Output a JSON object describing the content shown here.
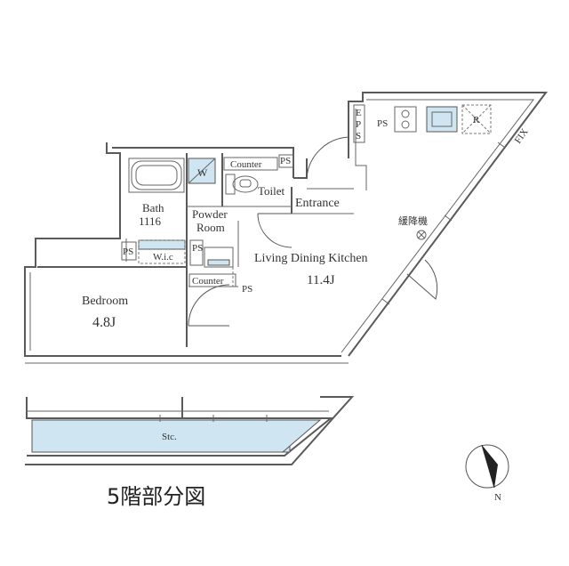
{
  "rooms": {
    "ldk_name": "Living Dining Kitchen",
    "ldk_size": "11.4J",
    "bedroom_name": "Bedroom",
    "bedroom_size": "4.8J",
    "bath_name": "Bath",
    "bath_size": "1116",
    "powder_line1": "Powder",
    "powder_line2": "Room",
    "toilet": "Toilet",
    "entrance": "Entrance",
    "wic": "W.i.c",
    "storage": "Stc."
  },
  "fixtures": {
    "counter_top": "Counter",
    "counter_bottom": "Counter",
    "washer": "W",
    "fridge": "R",
    "ps": "PS",
    "eps": "EPS",
    "fix": "FIX",
    "escape_hatch": "緩降機"
  },
  "caption": "5階部分図",
  "compass": {
    "north": "N"
  },
  "colors": {
    "wall": "#5a5a5a",
    "fixture_fill": "#cfe6f2"
  }
}
